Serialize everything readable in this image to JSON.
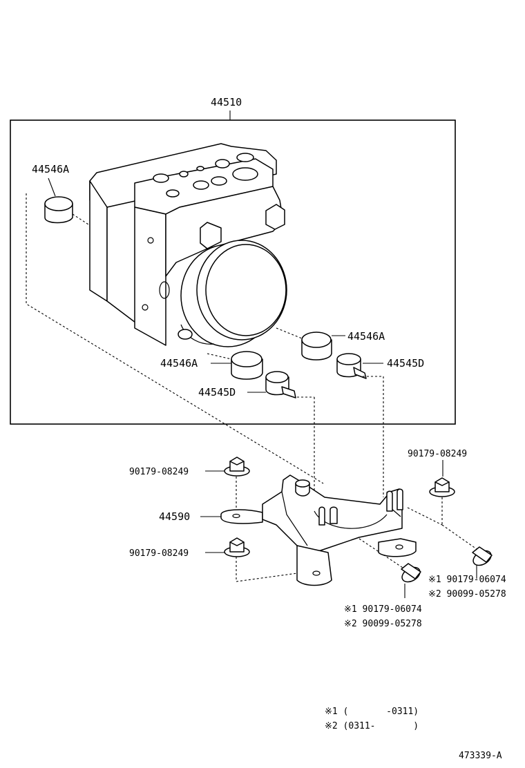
{
  "labels": {
    "assembly": "44510",
    "cushion_left": "44546A",
    "cushion_right": "44546A",
    "cushion_lower": "44546A",
    "pin_right": "44545D",
    "pin_lower": "44545D",
    "bolt_top_left": "90179-08249",
    "bracket": "44590",
    "bolt_bottom_left": "90179-08249",
    "bolt_top_right": "90179-08249",
    "bolt_lower_right_1": "※1 90179-06074",
    "bolt_lower_right_2": "※2 90099-05278",
    "bolt_lower_mid_1": "※1 90179-06074",
    "bolt_lower_mid_2": "※2 90099-05278"
  },
  "notes": {
    "note1": "※1 (       -0311)",
    "note2": "※2 (0311-       )"
  },
  "figure_id": "473339-A"
}
